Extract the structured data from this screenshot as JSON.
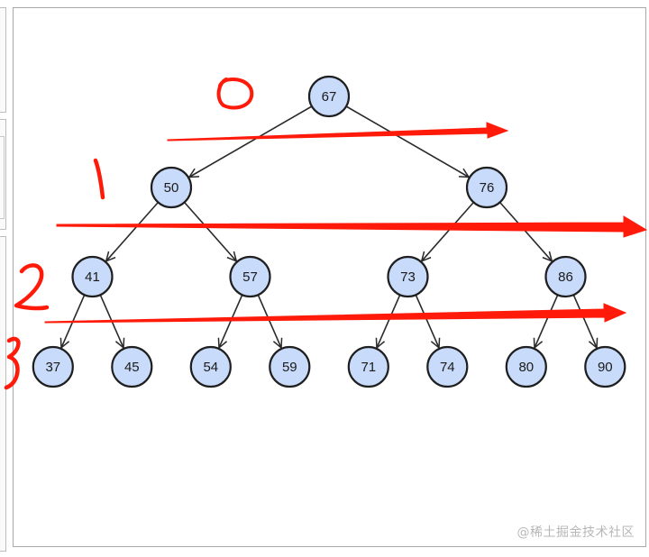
{
  "tree": {
    "node_fill": "#c9dbfa",
    "node_stroke": "#1f1f1f",
    "edge_color": "#2a2a2a",
    "levels": [
      [
        "67"
      ],
      [
        "50",
        "76"
      ],
      [
        "41",
        "57",
        "73",
        "86"
      ],
      [
        "37",
        "45",
        "54",
        "59",
        "71",
        "74",
        "80",
        "90"
      ]
    ]
  },
  "annotations": {
    "color": "#ff1a0a",
    "level_numbers": [
      "0",
      "1",
      "2",
      "3"
    ],
    "arrow_count": 3
  },
  "watermark": {
    "text": "@稀土掘金技术社区"
  }
}
